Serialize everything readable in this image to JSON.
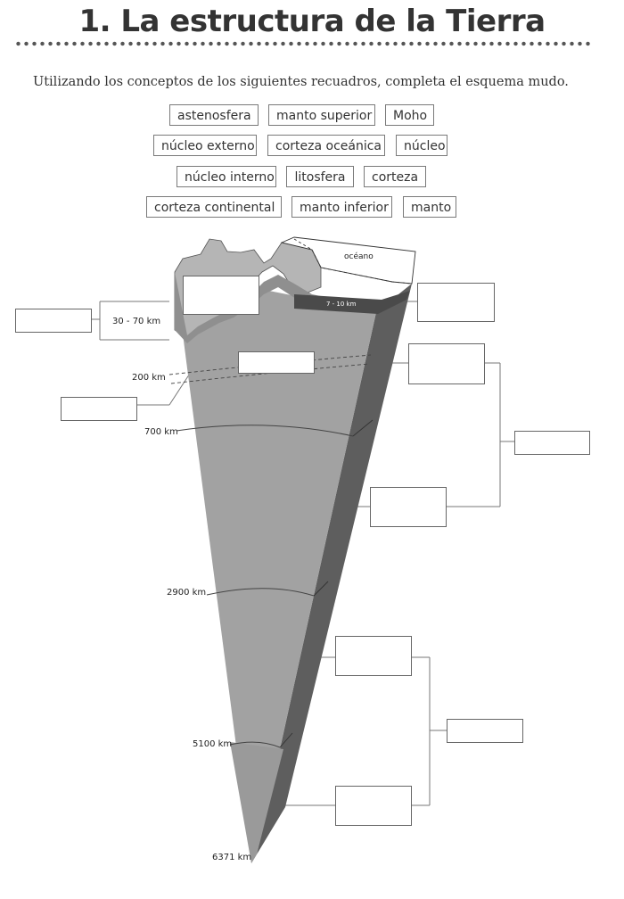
{
  "title": "1. La estructura de la Tierra",
  "instructions": "Utilizando los conceptos de los siguientes recuadros, completa el esquema mudo.",
  "concepts": [
    "astenosfera",
    "manto superior",
    "Moho",
    "núcleo externo",
    "corteza oceánica",
    "núcleo",
    "núcleo interno",
    "litosfera",
    "corteza",
    "corteza continental",
    "manto inferior",
    "manto"
  ],
  "diagram": {
    "ocean_label": "océano",
    "oceanic_crust_depth": "7 - 10 km",
    "depths": [
      "30 - 70 km",
      "200 km",
      "700 km",
      "2900 km",
      "5100 km",
      "6371 km"
    ]
  }
}
